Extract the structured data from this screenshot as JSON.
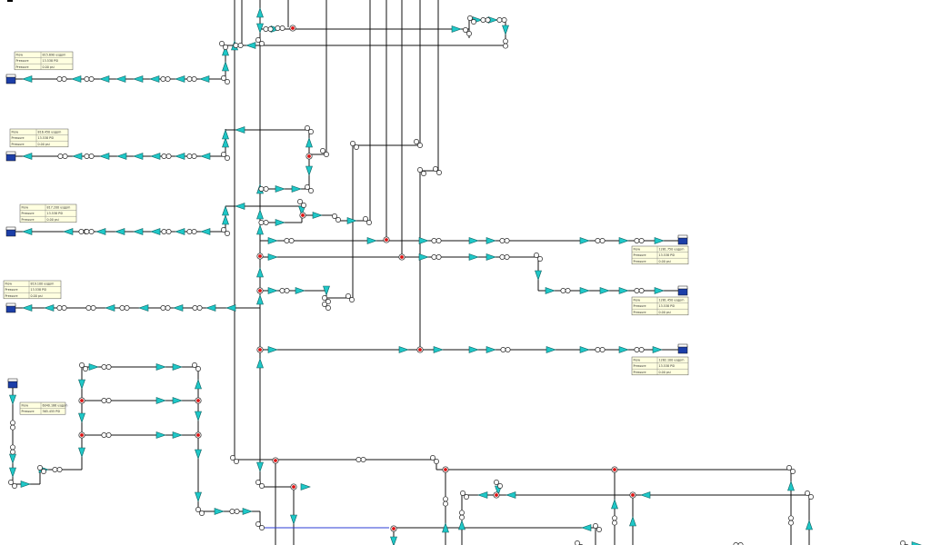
{
  "diagram": {
    "tables": [
      {
        "id": "t1",
        "rows": [
          [
            "Flow",
            "815.690 usgpm"
          ],
          [
            "Pressure",
            "13.538 PSI"
          ],
          [
            "Pressure",
            "0.00 psi"
          ]
        ]
      },
      {
        "id": "t2",
        "rows": [
          [
            "Flow",
            "816.450 usgpm"
          ],
          [
            "Pressure",
            "13.538 PSI"
          ],
          [
            "Pressure",
            "0.00 psi"
          ]
        ]
      },
      {
        "id": "t3",
        "rows": [
          [
            "Flow",
            "817.200 usgpm"
          ],
          [
            "Pressure",
            "13.538 PSI"
          ],
          [
            "Pressure",
            "0.00 psi"
          ]
        ]
      },
      {
        "id": "t4",
        "rows": [
          [
            "Flow",
            "819.100 usgpm"
          ],
          [
            "Pressure",
            "13.538 PSI"
          ],
          [
            "Pressure",
            "0.00 psi"
          ]
        ]
      },
      {
        "id": "t5",
        "rows": [
          [
            "Flow",
            "6040.186 usgpm"
          ],
          [
            "Pressure",
            "365.455 PSI"
          ]
        ]
      },
      {
        "id": "t6",
        "rows": [
          [
            "Flow",
            "1281.750 usgpm"
          ],
          [
            "Pressure",
            "13.538 PSI"
          ],
          [
            "Pressure",
            "0.00 psi"
          ]
        ]
      },
      {
        "id": "t7",
        "rows": [
          [
            "Flow",
            "1281.450 usgpm"
          ],
          [
            "Pressure",
            "13.538 PSI"
          ],
          [
            "Pressure",
            "0.00 psi"
          ]
        ]
      },
      {
        "id": "t8",
        "rows": [
          [
            "Flow",
            "1282.100 usgpm"
          ],
          [
            "Pressure",
            "13.538 PSI"
          ],
          [
            "Pressure",
            "0.00 psi"
          ]
        ]
      }
    ]
  }
}
